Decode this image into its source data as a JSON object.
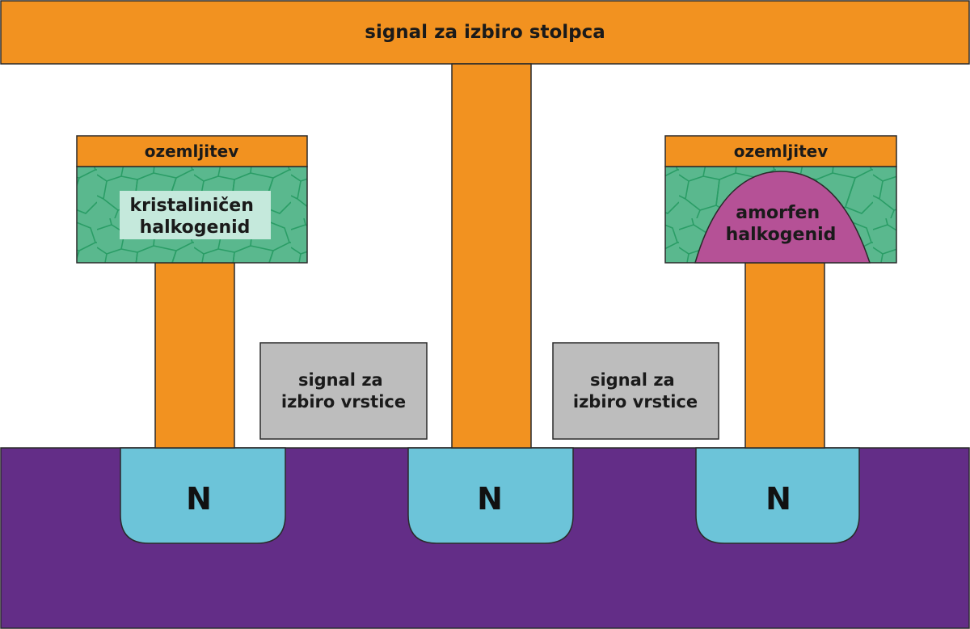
{
  "column_select": {
    "label": "signal za izbiro stolpca"
  },
  "cells": [
    {
      "ground_label": "ozemljitev",
      "material_lines": [
        "kristaliničen",
        "halkogenid"
      ],
      "state": "crystalline"
    },
    {
      "ground_label": "ozemljitev",
      "material_lines": [
        "amorfen",
        "halkogenid"
      ],
      "state": "amorphous"
    }
  ],
  "row_selects": [
    {
      "lines": [
        "signal za",
        "izbiro vrstice"
      ]
    },
    {
      "lines": [
        "signal za",
        "izbiro vrstice"
      ]
    }
  ],
  "n_regions": [
    {
      "label": "N"
    },
    {
      "label": "N"
    },
    {
      "label": "N"
    }
  ],
  "colors": {
    "conductor": "#f29220",
    "substrate": "#632d87",
    "n_region": "#6cc4d9",
    "crystalline": "#5ab88e",
    "crystal_grain": "#2a9d66",
    "amorphous": "#b55196",
    "gate": "#bdbdbd",
    "outline": "#2a2a2a"
  }
}
